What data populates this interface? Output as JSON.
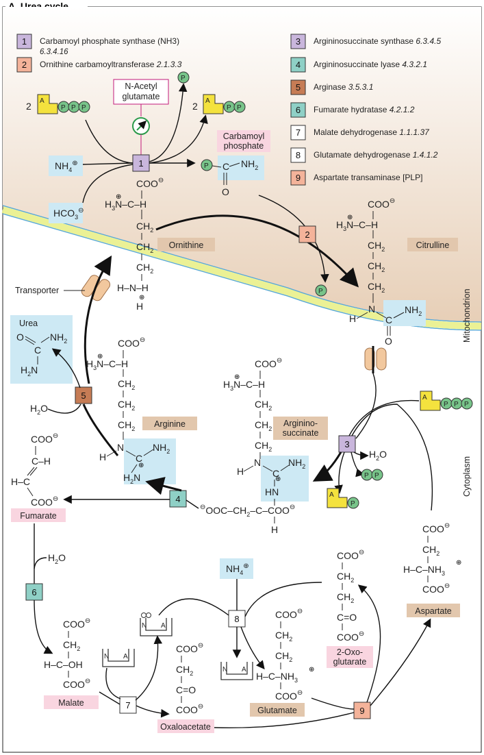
{
  "title": "A. Urea cycle",
  "enzymes": [
    {
      "n": "1",
      "name": "Carbamoyl phosphate synthase (NH3)",
      "ec": "6.3.4.16",
      "color": "#c9b6dc"
    },
    {
      "n": "2",
      "name": "Ornithine carbamoyltransferase",
      "ec": "2.1.3.3",
      "color": "#f4b39a"
    },
    {
      "n": "3",
      "name": "Argininosuccinate synthase",
      "ec": "6.3.4.5",
      "color": "#c9b6dc"
    },
    {
      "n": "4",
      "name": "Argininosuccinate lyase",
      "ec": "4.3.2.1",
      "color": "#8fd0c6"
    },
    {
      "n": "5",
      "name": "Arginase",
      "ec": "3.5.3.1",
      "color": "#c67c55"
    },
    {
      "n": "6",
      "name": "Fumarate hydratase",
      "ec": "4.2.1.2",
      "color": "#8fd0c6"
    },
    {
      "n": "7",
      "name": "Malate dehydrogenase",
      "ec": "1.1.1.37",
      "color": "#ffffff"
    },
    {
      "n": "8",
      "name": "Glutamate dehydrogenase",
      "ec": "1.4.1.2",
      "color": "#ffffff"
    },
    {
      "n": "9",
      "name": "Aspartate transaminase [PLP]",
      "ec": "",
      "color": "#f4b39a"
    }
  ],
  "labels": {
    "n_acetyl_glutamate": [
      "N-Acetyl",
      "glutamate"
    ],
    "carbamoyl_phosphate": [
      "Carbamoyl",
      "phosphate"
    ],
    "ornithine": "Ornithine",
    "citrulline": "Citrulline",
    "arginine": "Arginine",
    "argininosuccinate": [
      "Arginino-",
      "succinate"
    ],
    "fumarate": "Fumarate",
    "malate": "Malate",
    "oxaloacetate": "Oxaloacetate",
    "glutamate": "Glutamate",
    "two_oxoglutarate": [
      "2-Oxo-",
      "glutarate"
    ],
    "aspartate": "Aspartate",
    "urea": "Urea",
    "transporter": "Transporter",
    "mitochondrion": "Mitochondrion",
    "cytoplasm": "Cytoplasm",
    "atp_count": "2",
    "adp_count": "2",
    "h2o": "H2O",
    "nh4": "NH4",
    "hco3": "HCO3"
  },
  "colors": {
    "mito_top": "#ffffff",
    "mito_bottom": "#e8d0b8",
    "membrane": "#e9ef8a",
    "membrane_line": "#5aa9d6",
    "highlight_blue": "#cde9f4",
    "label_tan": "#e2c7ad",
    "label_pink": "#f9d5e0",
    "phosphate_green": "#78c48a",
    "atp_yellow": "#f4e23e"
  },
  "icons": [
    "atp-icon",
    "adp-icon",
    "amp-icon",
    "phosphate-icon",
    "activator-icon",
    "nad-icon",
    "nadh-icon",
    "transporter-icon"
  ]
}
